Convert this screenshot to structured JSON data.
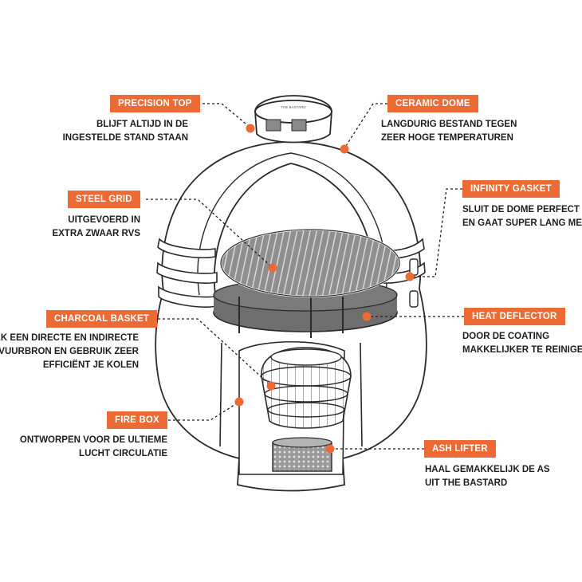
{
  "colors": {
    "accent": "#ec6a33",
    "outline": "#2a2a2a",
    "dark_fill": "#6e6e6e",
    "mid_fill": "#9a9a9a"
  },
  "labels": {
    "precision_top": {
      "title": "PRECISION TOP",
      "desc": [
        "BLIJFT ALTIJD IN DE",
        "INGESTELDE STAND STAAN"
      ]
    },
    "ceramic_dome": {
      "title": "CERAMIC DOME",
      "desc": [
        "LANGDURIG BESTAND TEGEN",
        "ZEER HOGE TEMPERATUREN"
      ]
    },
    "steel_grid": {
      "title": "STEEL GRID",
      "desc": [
        "UITGEVOERD IN",
        "EXTRA ZWAAR RVS"
      ]
    },
    "infinity_gasket": {
      "title": "INFINITY GASKET",
      "desc": [
        "SLUIT DE DOME PERFECT AF",
        "EN GAAT SUPER LANG MEE"
      ]
    },
    "charcoal_basket": {
      "title": "CHARCOAL BASKET",
      "desc": [
        "MAAK EEN DIRECTE EN INDIRECTE",
        "VUURBRON EN GEBRUIK ZEER",
        "EFFICIËNT JE KOLEN"
      ]
    },
    "heat_deflector": {
      "title": "HEAT DEFLECTOR",
      "desc": [
        "DOOR DE COATING",
        "MAKKELIJKER TE REINIGEN"
      ]
    },
    "fire_box": {
      "title": "FIRE BOX",
      "desc": [
        "ONTWORPEN VOOR DE ULTIEME",
        "LUCHT CIRCULATIE"
      ]
    },
    "ash_lifter": {
      "title": "ASH LIFTER",
      "desc": [
        "HAAL GEMAKKELIJK DE AS",
        "UIT THE BASTARD"
      ]
    }
  },
  "top_vent_engraving": "THE BASTARD"
}
